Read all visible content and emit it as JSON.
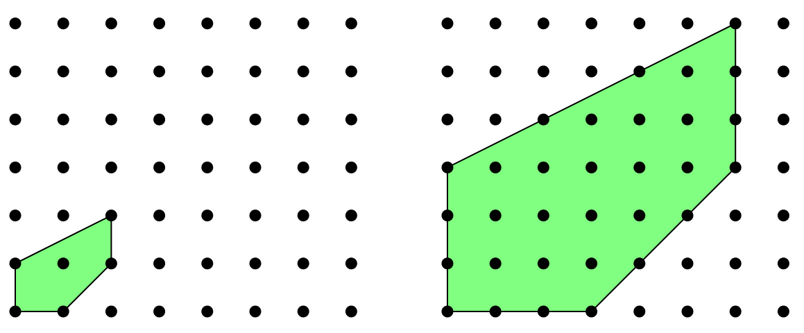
{
  "colors": {
    "background": "#ffffff",
    "dot": "#000000",
    "fill": "#80ff80",
    "stroke": "#000000"
  },
  "panels": [
    {
      "name": "left-grid",
      "columns": [
        0,
        1,
        2,
        3,
        4,
        5,
        6,
        7
      ],
      "rows": [
        0,
        1,
        2,
        3,
        4,
        5,
        6
      ],
      "shape_vertices": [
        [
          0,
          0
        ],
        [
          1,
          0
        ],
        [
          2,
          1
        ],
        [
          2,
          2
        ],
        [
          0,
          1
        ]
      ]
    },
    {
      "name": "right-grid",
      "columns": [
        0,
        1,
        2,
        3,
        4,
        5,
        6,
        7
      ],
      "rows": [
        0,
        1,
        2,
        3,
        4,
        5,
        6
      ],
      "shape_vertices": [
        [
          0,
          0
        ],
        [
          3,
          0
        ],
        [
          6,
          3
        ],
        [
          6,
          6
        ],
        [
          0,
          3
        ]
      ]
    }
  ]
}
